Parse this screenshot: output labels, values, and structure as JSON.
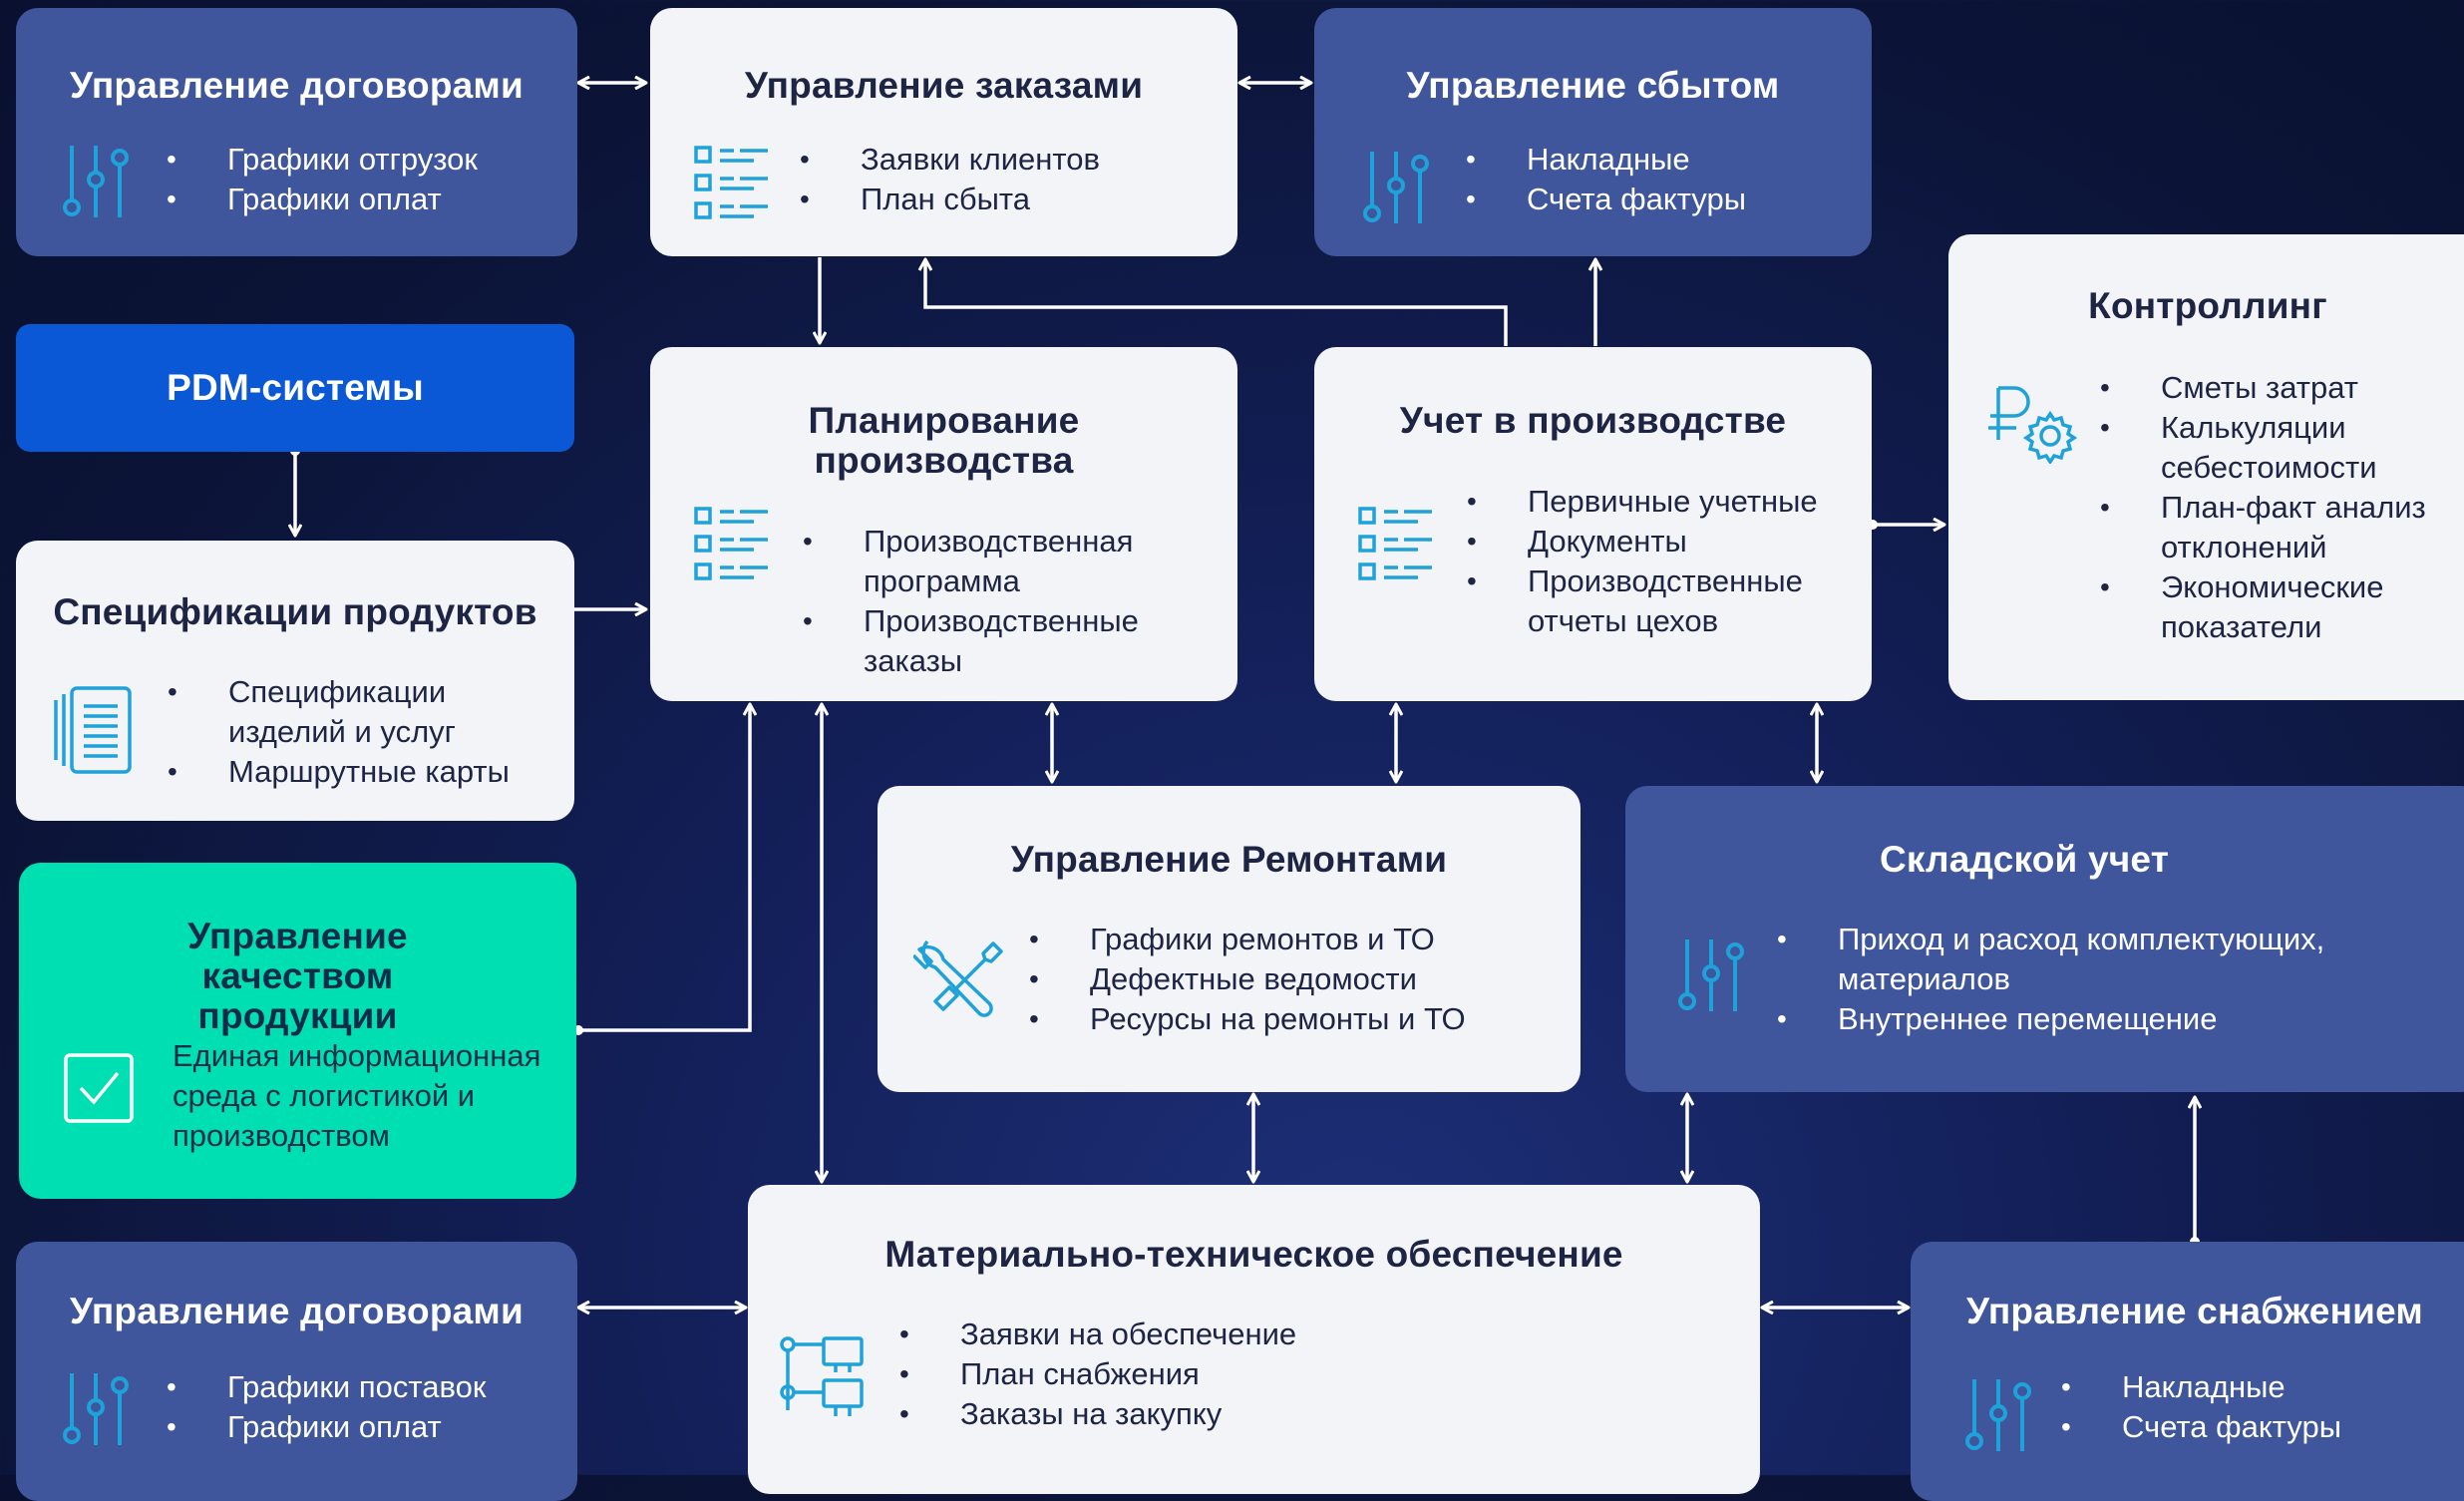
{
  "colors": {
    "background": "#0b1436",
    "white_box": "#f3f4f8",
    "blue_box": "#3f559c",
    "pdm_box": "#0b58d6",
    "green_box": "#00dfb1",
    "icon_accent": "#1ea2d9",
    "dark_text": "#1d2444",
    "connector": "#ffffff"
  },
  "boxes": {
    "contracts_top": {
      "title": "Управление договорами",
      "items": [
        "Графики отгрузок",
        "Графики оплат"
      ],
      "icon": "sliders-icon"
    },
    "orders": {
      "title": "Управление заказами",
      "items": [
        "Заявки клиентов",
        "План сбыта"
      ],
      "icon": "checklist-icon"
    },
    "sales": {
      "title": "Управление сбытом",
      "items": [
        "Накладные",
        "Счета фактуры"
      ],
      "icon": "sliders-icon"
    },
    "pdm": {
      "title": "PDM-системы"
    },
    "specs": {
      "title": "Спецификации продуктов",
      "items": [
        "Спецификации изделий и услуг",
        "Маршрутные карты"
      ],
      "icon": "document-icon"
    },
    "planning": {
      "title": "Планирование производства",
      "items": [
        "Производственная программа",
        "Производственные заказы"
      ],
      "icon": "checklist-icon"
    },
    "accounting": {
      "title": "Учет в производстве",
      "items": [
        "Первичные учетные",
        "Документы",
        "Производственные отчеты цехов"
      ],
      "icon": "checklist-icon"
    },
    "controlling": {
      "title": "Контроллинг",
      "items": [
        "Сметы затрат",
        "Калькуляции себестоимости",
        "План-факт анализ отклонений",
        "Экономические показатели"
      ],
      "icon": "ruble-gear-icon"
    },
    "quality": {
      "title": "Управление качеством продукции",
      "text": "Единая информационная среда с логистикой и производством",
      "icon": "checkbox-icon"
    },
    "repairs": {
      "title": "Управление Ремонтами",
      "items": [
        "Графики ремонтов и ТО",
        "Дефектные ведомости",
        "Ресурсы на ремонты и ТО"
      ],
      "icon": "tools-icon"
    },
    "warehouse": {
      "title": "Складской учет",
      "items": [
        "Приход и расход комплектующих, материалов",
        "Внутреннее перемещение"
      ],
      "icon": "sliders-icon"
    },
    "contracts_bottom": {
      "title": "Управление договорами",
      "items": [
        "Графики поставок",
        "Графики оплат"
      ],
      "icon": "sliders-icon"
    },
    "mto": {
      "title": "Материально-техническое обеспечение",
      "items": [
        "Заявки на обеспечение",
        "План снабжения",
        "Заказы на закупку"
      ],
      "icon": "hierarchy-icon"
    },
    "supply": {
      "title": "Управление снабжением",
      "items": [
        "Накладные",
        "Счета фактуры"
      ],
      "icon": "sliders-icon"
    }
  }
}
